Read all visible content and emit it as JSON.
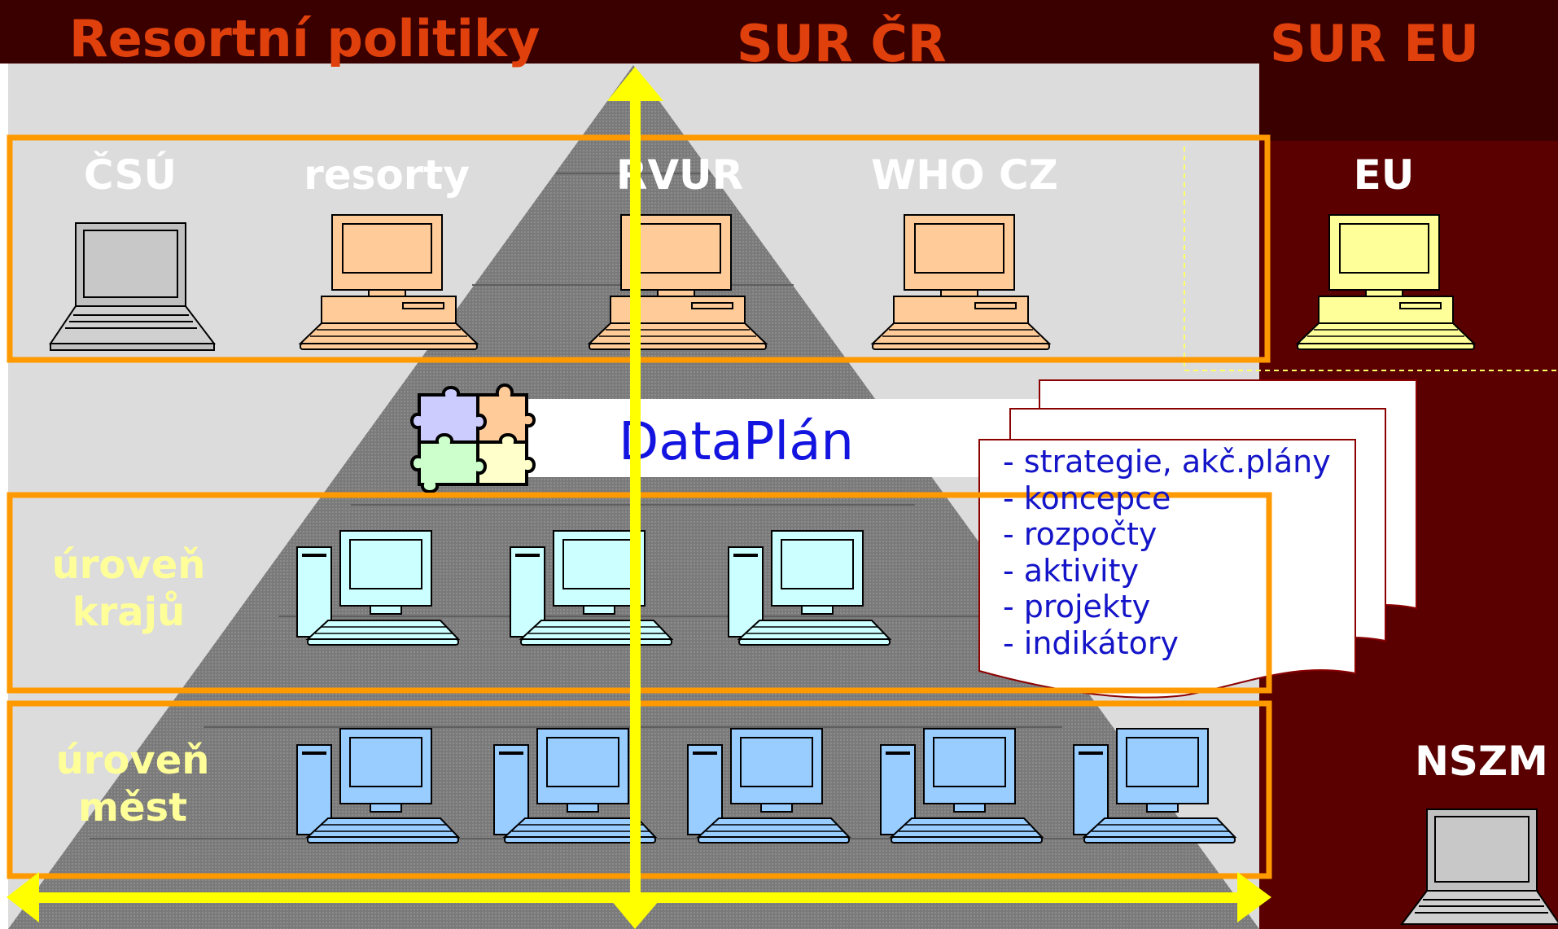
{
  "header": {
    "left_title": "Resortní politiky",
    "center_title": "SUR ČR",
    "right_title": "SUR EU"
  },
  "top_row": {
    "csu_label": "ČSÚ",
    "resorty_label": "resorty",
    "rvur_label": "RVUR",
    "who_label": "WHO CZ",
    "eu_label": "EU"
  },
  "dataplan": {
    "label": "DataPlán"
  },
  "documents": {
    "items": [
      "- strategie, akč.plány",
      "- koncepce",
      "- rozpočty",
      "- aktivity",
      "- projekty",
      "- indikátory"
    ]
  },
  "levels": {
    "regions_line1": "úroveň",
    "regions_line2": "krajů",
    "cities_line1": "úroveň",
    "cities_line2": "měst"
  },
  "nszm": {
    "label": "NSZM"
  },
  "colors": {
    "header_bg": "#3a0000",
    "right_panel_bg": "#5a0000",
    "title_orange": "#e0400c",
    "frame_orange": "#ff9900",
    "arrow_yellow": "#ffff00",
    "pyramid_gray": "#808080",
    "panel_light": "#dcdcdc",
    "computer_peach": "#ffcc99",
    "computer_yellow": "#ffff99",
    "computer_cyan": "#ccffff",
    "computer_blue": "#99ccff",
    "text_blue": "#1414e0",
    "level_label": "#ffff99"
  }
}
